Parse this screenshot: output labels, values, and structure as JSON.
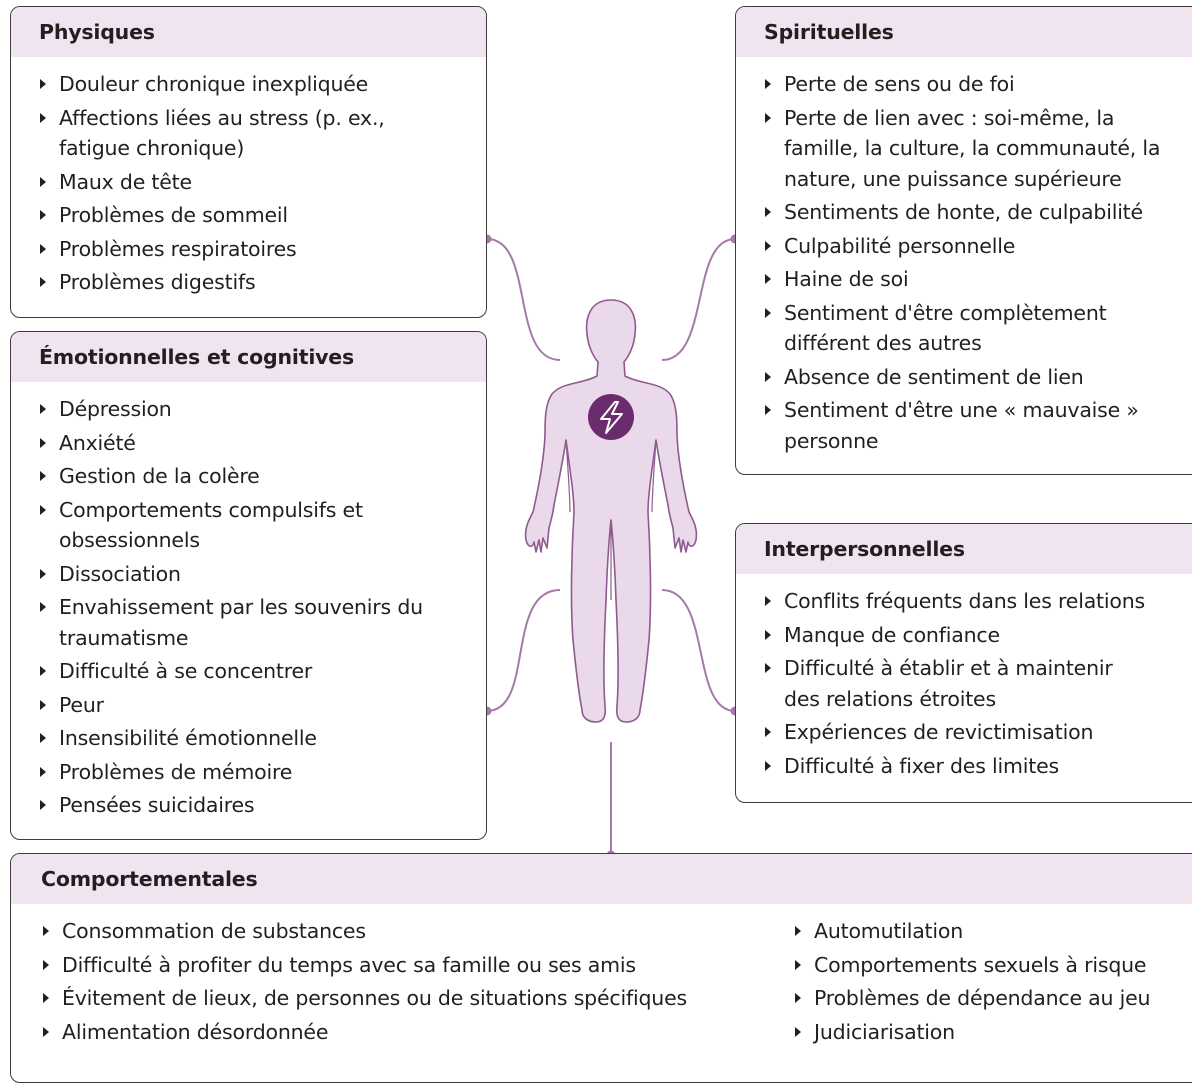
{
  "categories": {
    "physiques": {
      "title": "Physiques",
      "items": [
        "Douleur chronique inexpliquée",
        "Affections liées au stress (p. ex., fatigue chronique)",
        "Maux de tête",
        "Problèmes de sommeil",
        "Problèmes respiratoires",
        "Problèmes digestifs"
      ]
    },
    "emotionnelles": {
      "title": "Émotionnelles et cognitives",
      "items": [
        "Dépression",
        "Anxiété",
        "Gestion de la colère",
        "Comportements compulsifs et obsessionnels",
        "Dissociation",
        "Envahissement par les souvenirs du traumatisme",
        "Difficulté à se concentrer",
        "Peur",
        "Insensibilité émotionnelle",
        "Problèmes de mémoire",
        "Pensées suicidaires"
      ]
    },
    "spirituelles": {
      "title": "Spirituelles",
      "items": [
        "Perte de sens ou de foi",
        "Perte de lien avec : soi-même, la famille, la culture, la communauté, la nature, une puissance supérieure",
        "Sentiments de honte, de culpabilité",
        "Culpabilité personnelle",
        "Haine de soi",
        "Sentiment d'être complètement différent des autres",
        "Absence de sentiment de lien",
        "Sentiment d'être une « mauvaise » personne"
      ]
    },
    "interpersonnelles": {
      "title": "Interpersonnelles",
      "items": [
        "Conflits fréquents dans les relations",
        "Manque de confiance",
        "Difficulté à établir et à maintenir des relations étroites",
        "Expériences de revictimisation",
        "Difficulté à fixer des limites"
      ]
    },
    "comportementales": {
      "title": "Comportementales",
      "items_col1": [
        "Consommation de substances",
        "Difficulté à profiter du temps avec sa famille ou ses amis",
        "Évitement de lieux, de personnes ou de situations spécifiques",
        "Alimentation désordonnée"
      ],
      "items_col2": [
        "Automutilation",
        "Comportements sexuels à risque",
        "Problèmes de dépendance au jeu",
        "Judiciarisation"
      ]
    }
  },
  "figure": {
    "icon": "lightning-bolt-icon",
    "body_fill": "#ead9ea",
    "body_stroke": "#8e5a90",
    "badge_color": "#6b2c6e",
    "connector_color": "#a57aa8",
    "header_color": "#efe4ef"
  }
}
